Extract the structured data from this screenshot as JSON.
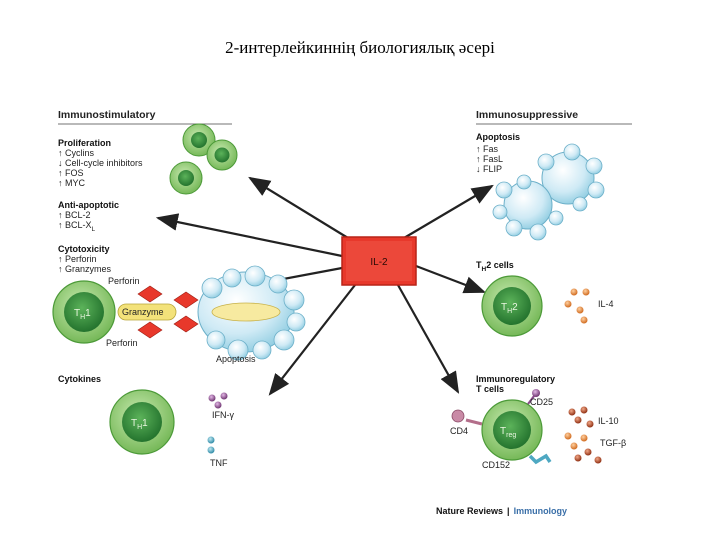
{
  "title": "2-интерлейкиннің биологиялық әсері",
  "center": "IL-2",
  "left": {
    "header": "Immunostimulatory",
    "proliferation": {
      "title": "Proliferation",
      "items": [
        "↑ Cyclins",
        "↓ Cell-cycle inhibitors",
        "↑ FOS",
        "↑ MYC"
      ]
    },
    "anti_apoptotic": {
      "title": "Anti-apoptotic",
      "items": [
        "↑ BCL-2",
        "↑ BCL-X",
        "L"
      ]
    },
    "cytotoxicity": {
      "title": "Cytotoxicity",
      "items": [
        "↑ Perforin",
        "↑ Granzymes"
      ],
      "perforin_top": "Perforin",
      "perforin_bottom": "Perforin",
      "cell_label": "T",
      "cell_sub": "H",
      "cell_num": "1",
      "granzyme": "Granzyme",
      "apoptosis": "Apoptosis"
    },
    "cytokines": {
      "title": "Cytokines",
      "cell_label": "T",
      "cell_sub": "H",
      "cell_num": "1",
      "ifn": "IFN-γ",
      "tnf": "TNF"
    }
  },
  "right": {
    "header": "Immunosuppressive",
    "apoptosis": {
      "title": "Apoptosis",
      "items": [
        "↑ Fas",
        "↑ FasL",
        "↓ FLIP"
      ]
    },
    "th2": {
      "title_main": "T",
      "title_sub": "H",
      "title_rest": "2 cells",
      "cell_label": "T",
      "cell_sub": "H",
      "cell_num": "2",
      "il4": "IL-4"
    },
    "treg": {
      "title_line1": "Immunoregulatory",
      "title_line2": "T cells",
      "cd25": "CD25",
      "cd4": "CD4",
      "cd152": "CD152",
      "cell_label": "T",
      "cell_sub": "reg",
      "il10": "IL-10",
      "tgf": "TGF-β"
    }
  },
  "credit": {
    "part1": "Nature Reviews",
    "separator": "|",
    "part2": "Immunology"
  },
  "colors": {
    "green_outer": "#8cc86a",
    "green_inner": "#2f8a3a",
    "red_box": "#e8382b",
    "bubble": "#bfe3f0",
    "orange_dot": "#e07a2a",
    "teal_dot": "#4ea8c2",
    "purple_dot": "#8a4a8c",
    "brown_dot": "#b5421d",
    "credit_blue": "#3a6fa8"
  }
}
